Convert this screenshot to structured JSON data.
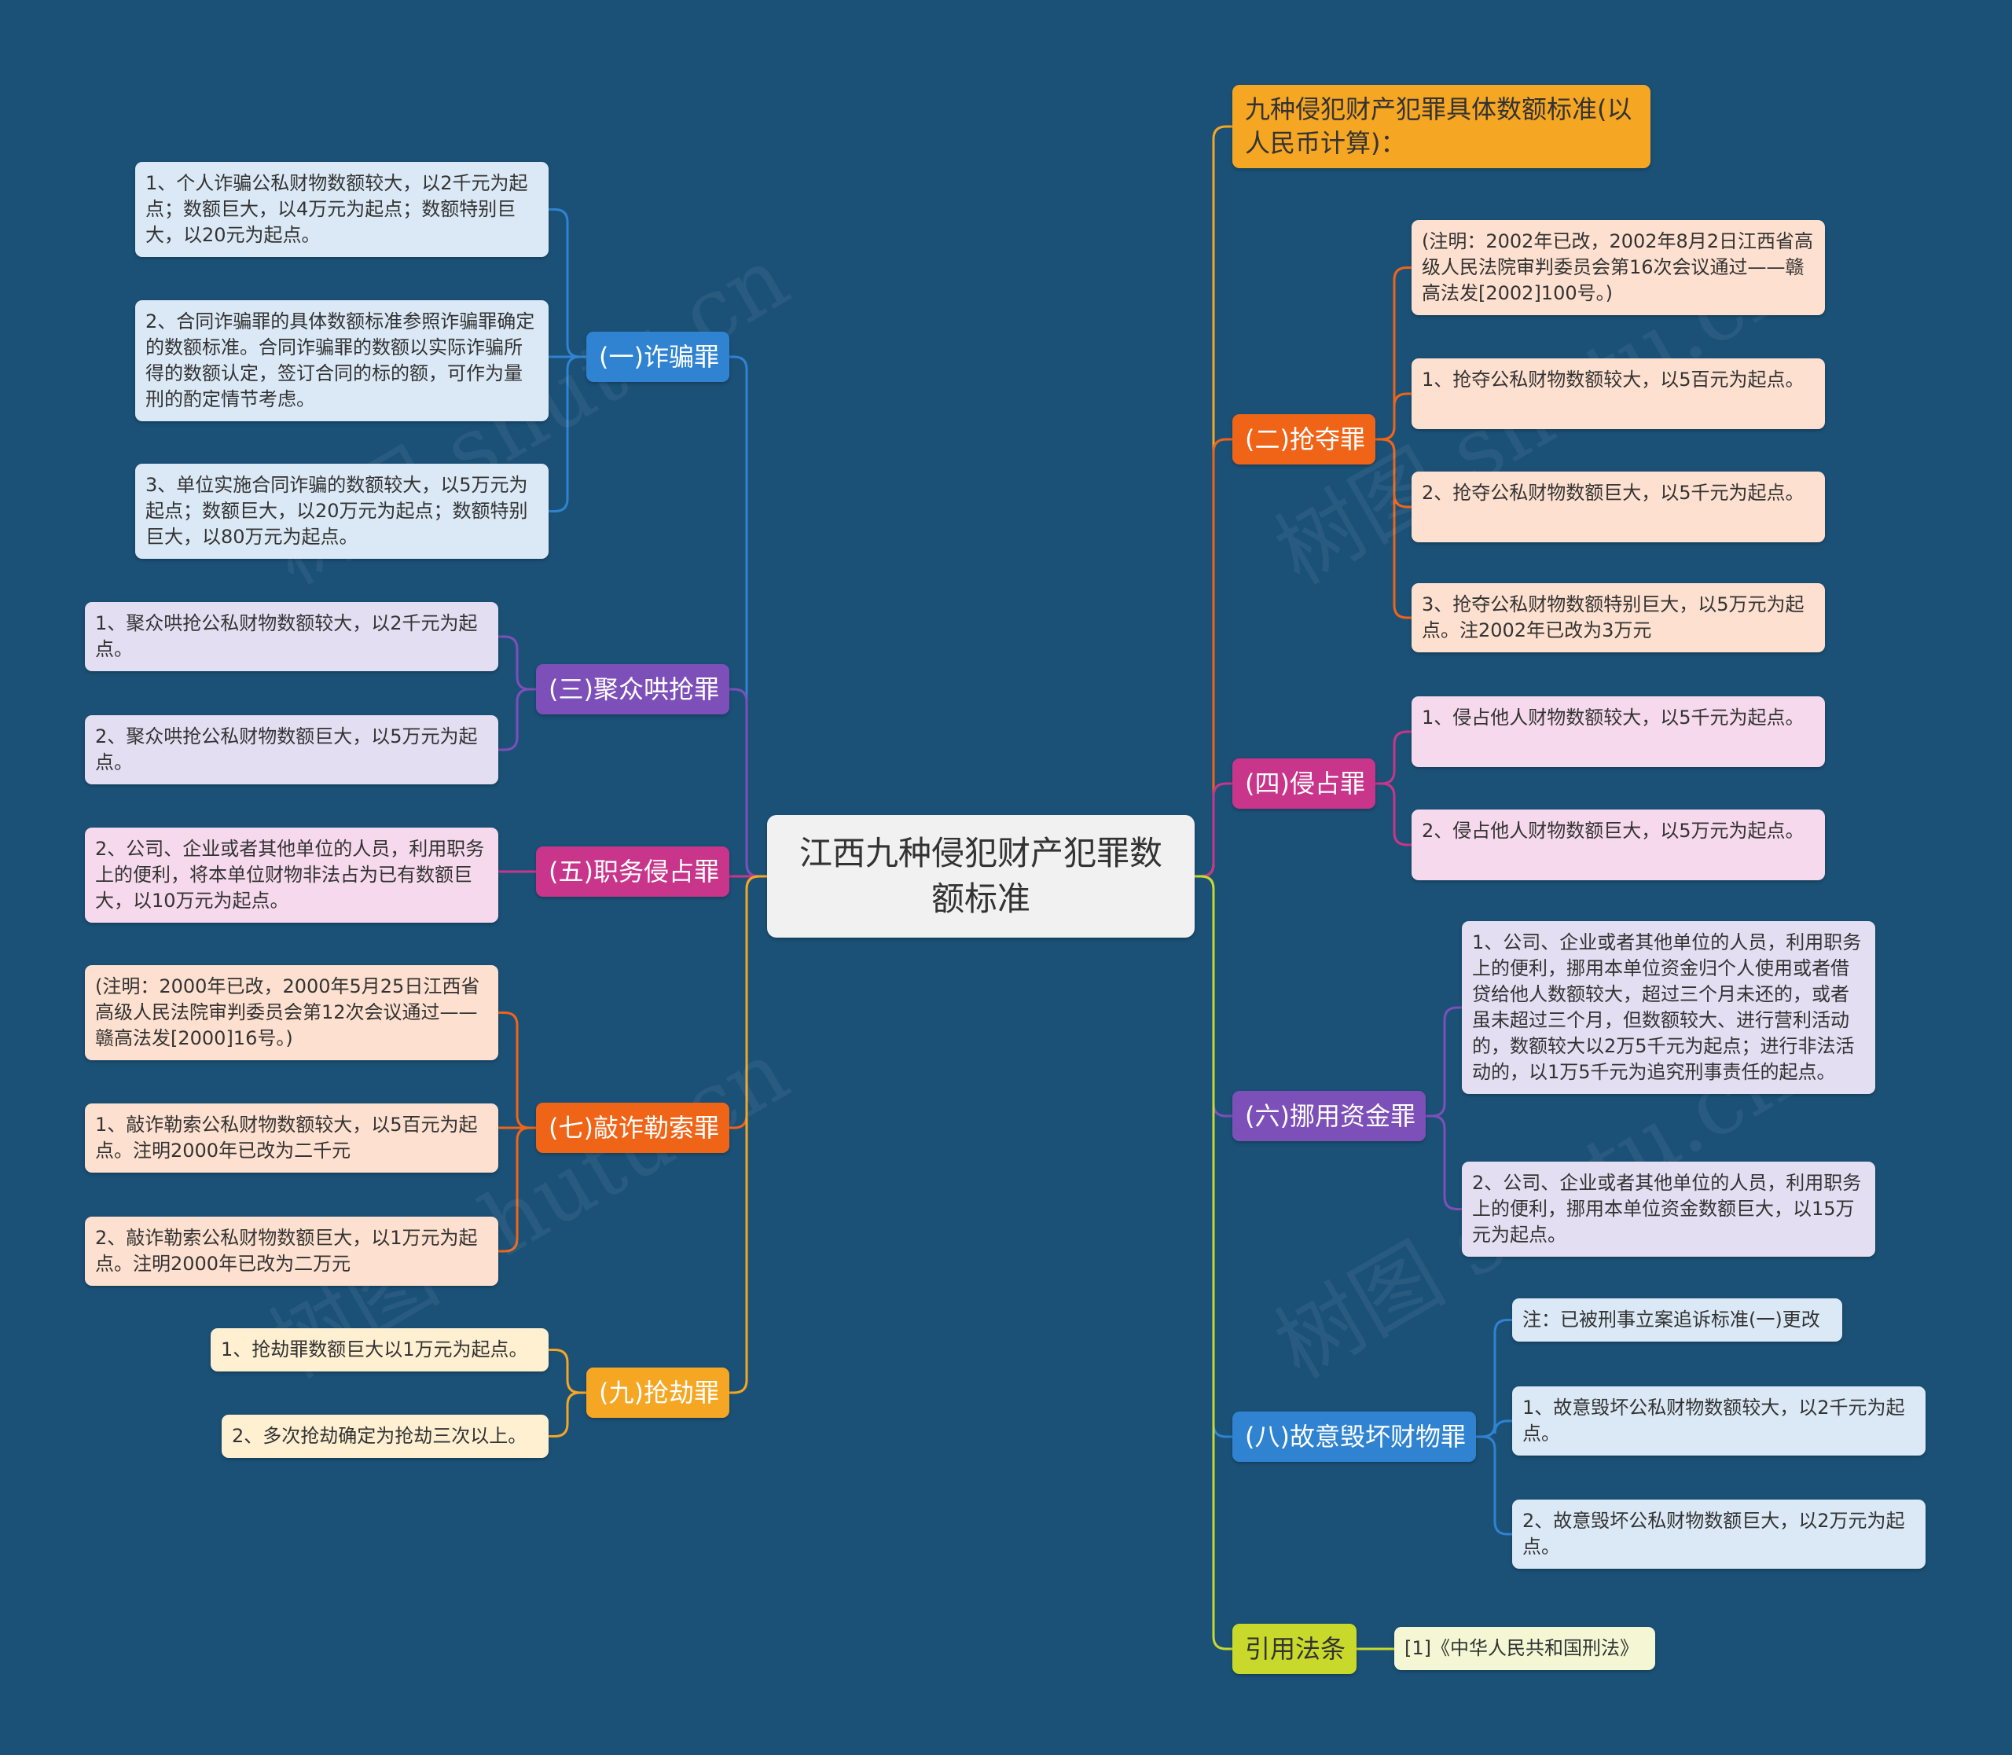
{
  "root": {
    "title": "江西九种侵犯财产犯罪数额标准"
  },
  "branches": {
    "b1": {
      "label": "(一)诈骗罪",
      "color": "#2f83d0",
      "leaves": [
        "1、个人诈骗公私财物数额较大，以2千元为起点；数额巨大，以4万元为起点；数额特别巨大，以20元为起点。",
        "2、合同诈骗罪的具体数额标准参照诈骗罪确定的数额标准。合同诈骗罪的数额以实际诈骗所得的数额认定，签订合同的标的额，可作为量刑的酌定情节考虑。",
        "3、单位实施合同诈骗的数额较大，以5万元为起点；数额巨大，以20万元为起点；数额特别巨大，以80万元为起点。"
      ]
    },
    "b3": {
      "label": "(三)聚众哄抢罪",
      "color": "#7d4fb8",
      "leaves": [
        "1、聚众哄抢公私财物数额较大，以2千元为起点。",
        "2、聚众哄抢公私财物数额巨大，以5万元为起点。"
      ]
    },
    "b5": {
      "label": "(五)职务侵占罪",
      "color": "#c8358a",
      "leaves": [
        "2、公司、企业或者其他单位的人员，利用职务上的便利，将本单位财物非法占为已有数额巨大，以10万元为起点。"
      ]
    },
    "b7": {
      "label": "(七)敲诈勒索罪",
      "color": "#f06418",
      "leaves": [
        "(注明：2000年已改，2000年5月25日江西省高级人民法院审判委员会第12次会议通过——赣高法发[2000]16号。)",
        "1、敲诈勒索公私财物数额较大，以5百元为起点。注明2000年已改为二千元",
        "2、敲诈勒索公私财物数额巨大，以1万元为起点。注明2000年已改为二万元"
      ]
    },
    "b9": {
      "label": "(九)抢劫罪",
      "color": "#f5a623",
      "leaves": [
        "1、抢劫罪数额巨大以1万元为起点。",
        "2、多次抢劫确定为抢劫三次以上。"
      ]
    },
    "r0": {
      "label": "九种侵犯财产犯罪具体数额标准(以人民币计算)：",
      "color": "#f5a623"
    },
    "b2": {
      "label": "(二)抢夺罪",
      "color": "#f06418",
      "leaves": [
        "(注明：2002年已改，2002年8月2日江西省高级人民法院审判委员会第16次会议通过——赣高法发[2002]100号。)",
        "1、抢夺公私财物数额较大，以5百元为起点。",
        "2、抢夺公私财物数额巨大，以5千元为起点。",
        "3、抢夺公私财物数额特别巨大，以5万元为起点。注2002年已改为3万元"
      ]
    },
    "b4": {
      "label": "(四)侵占罪",
      "color": "#c8358a",
      "leaves": [
        "1、侵占他人财物数额较大，以5千元为起点。",
        "2、侵占他人财物数额巨大，以5万元为起点。"
      ]
    },
    "b6": {
      "label": "(六)挪用资金罪",
      "color": "#7d4fb8",
      "leaves": [
        "1、公司、企业或者其他单位的人员，利用职务上的便利，挪用本单位资金归个人使用或者借贷给他人数额较大，超过三个月未还的，或者虽未超过三个月，但数额较大、进行营利活动的，数额较大以2万5千元为起点；进行非法活动的，以1万5千元为追究刑事责任的起点。",
        "2、公司、企业或者其他单位的人员，利用职务上的便利，挪用本单位资金数额巨大，以15万元为起点。"
      ]
    },
    "b8": {
      "label": "(八)故意毁坏财物罪",
      "color": "#2f83d0",
      "leaves": [
        "注：已被刑事立案追诉标准(一)更改",
        "1、故意毁坏公私财物数额较大，以2千元为起点。",
        "2、故意毁坏公私财物数额巨大，以2万元为起点。"
      ]
    },
    "ref": {
      "label": "引用法条",
      "color": "#c8d92b",
      "leaves": [
        "[1]《中华人民共和国刑法》"
      ]
    }
  },
  "colors": {
    "background": "#1b5177",
    "blue_leaf": "#dbe9f6",
    "purple_leaf": "#e4def2",
    "pink_leaf": "#f6d9ec",
    "orange_leaf": "#fde0cf",
    "yellow_leaf": "#fff0d2",
    "green_leaf": "#f5f7d4"
  },
  "watermark": "树图 shutu.cn"
}
